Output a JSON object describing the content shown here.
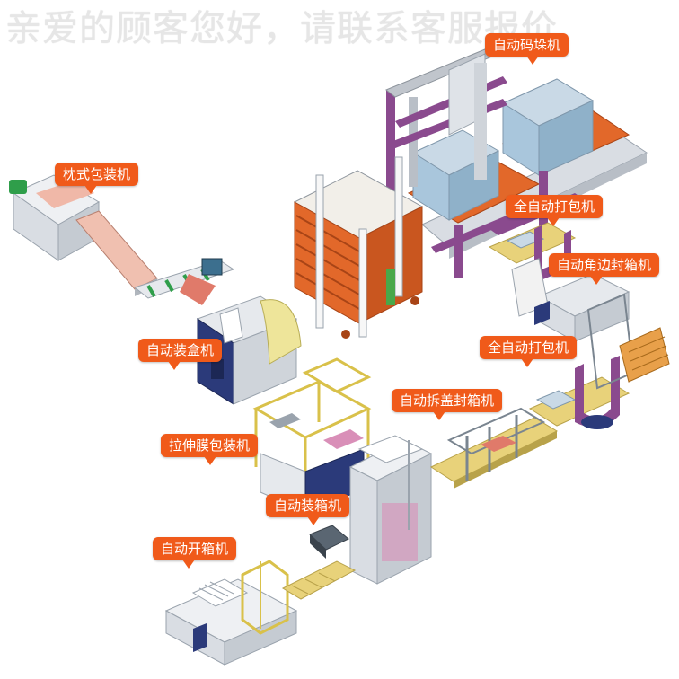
{
  "banner": "亲爱的顾客您好，请联系客服报价",
  "labels": {
    "palletizer": "自动码垛机",
    "strapper_top": "全自动打包机",
    "corner_sealer": "自动角边封箱机",
    "strapper_mid": "全自动打包机",
    "flap_sealer": "自动拆盖封箱机",
    "pillow_packer": "枕式包装机",
    "cartoner": "自动装盒机",
    "stretch_wrapper": "拉伸膜包装机",
    "case_packer": "自动装箱机",
    "case_erector": "自动开箱机"
  },
  "colors": {
    "callout": "#f05a1a",
    "frame_purple": "#8a4a8e",
    "pallet_orange": "#e2682a",
    "machine_gray": "#d9dde3",
    "navy_panel": "#2b3a7a",
    "conveyor_yellow": "#e8d27a",
    "box_blue": "#a9c6dc",
    "yellow_cover": "#eee59a"
  }
}
